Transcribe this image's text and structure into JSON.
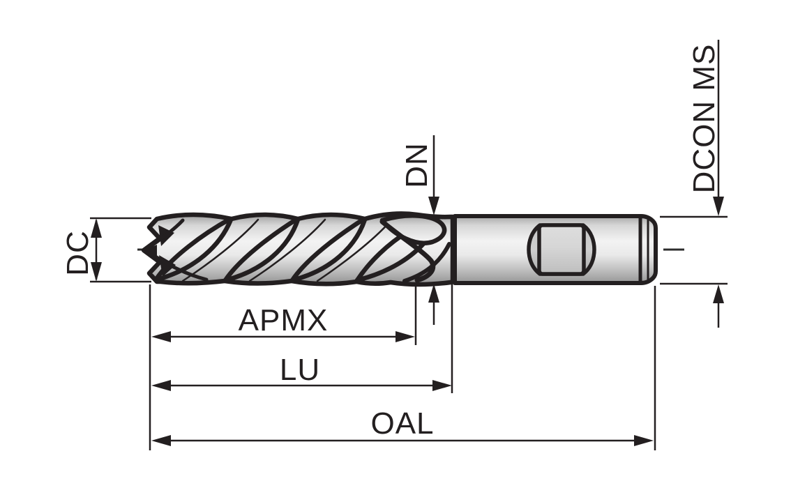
{
  "diagram": {
    "subject": "end-mill-side-view-dimension-drawing",
    "labels": {
      "dc": "DC",
      "dn": "DN",
      "dcon_ms": "DCON MS",
      "apmx": "APMX",
      "lu": "LU",
      "oal": "OAL"
    },
    "colors": {
      "background": "#ffffff",
      "line": "#231f20",
      "centerline": "#2d2d2d",
      "metal_light": "#f3f3f3",
      "metal_mid": "#c7c7c7",
      "metal_dark": "#979797"
    }
  }
}
